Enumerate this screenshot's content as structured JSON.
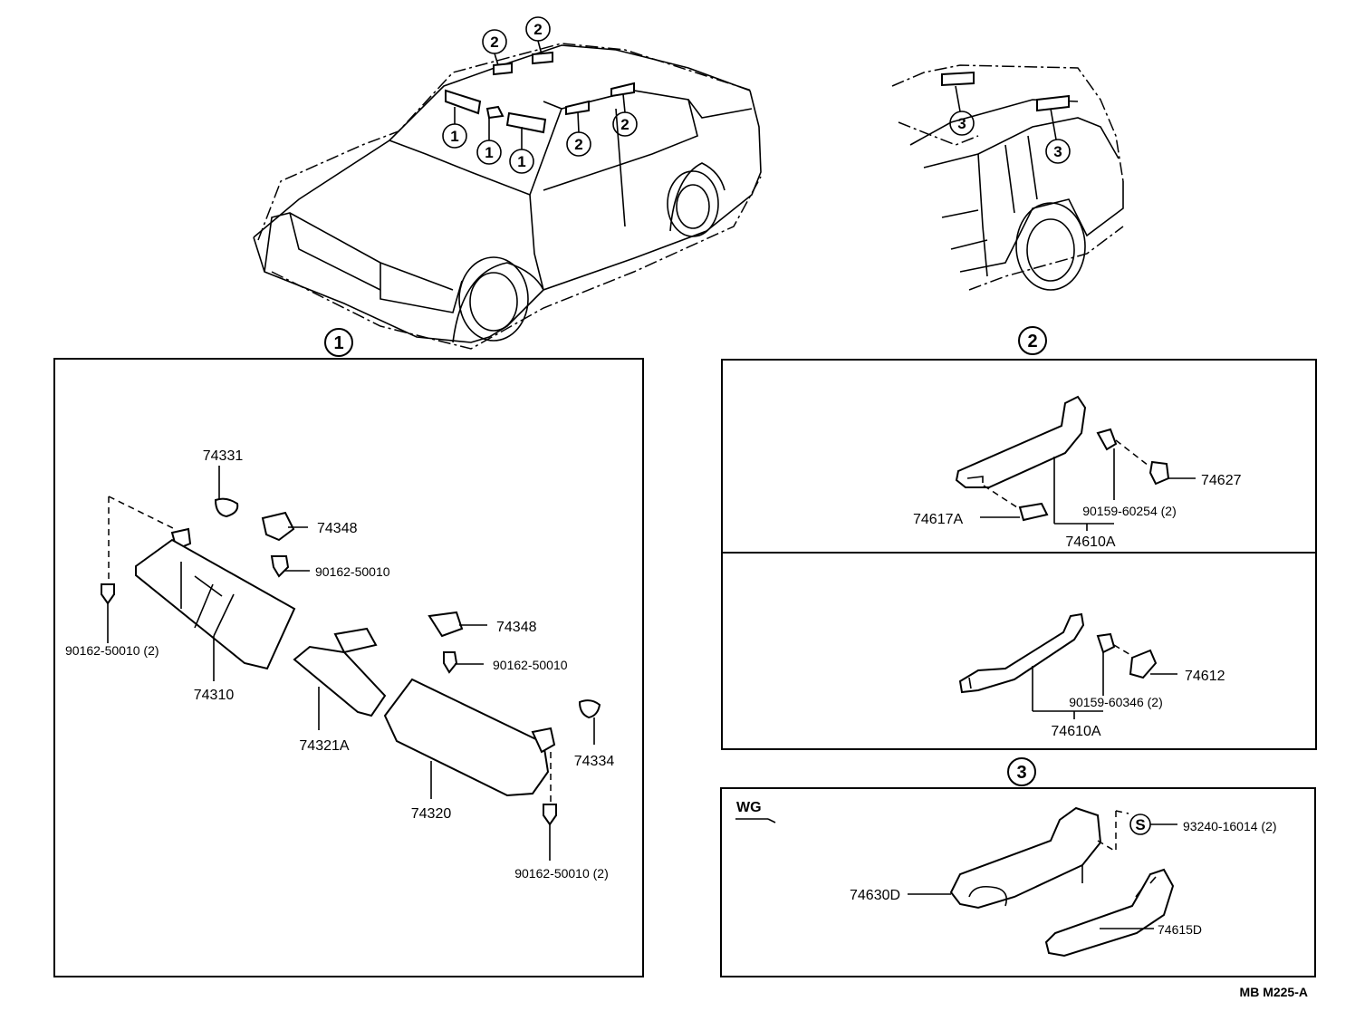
{
  "callouts": {
    "c1": "1",
    "c2": "2",
    "c3": "3",
    "s": "S"
  },
  "group1": {
    "p74331": "74331",
    "p74348a": "74348",
    "p90162a": "90162-50010",
    "p90162b": "90162-50010 (2)",
    "p74310": "74310",
    "p74321A": "74321A",
    "p74348b": "74348",
    "p90162c": "90162-50010",
    "p74334": "74334",
    "p74320": "74320",
    "p90162d": "90162-50010 (2)"
  },
  "group2": {
    "p74627": "74627",
    "p90159a": "90159-60254 (2)",
    "p74617A": "74617A",
    "p74610Aa": "74610A",
    "p74612": "74612",
    "p90159b": "90159-60346 (2)",
    "p74610Ab": "74610A"
  },
  "group3": {
    "wg": "WG",
    "p93240": "93240-16014 (2)",
    "p74630D": "74630D",
    "p74615D": "74615D"
  },
  "footer": {
    "code": "MB  M225-A"
  }
}
